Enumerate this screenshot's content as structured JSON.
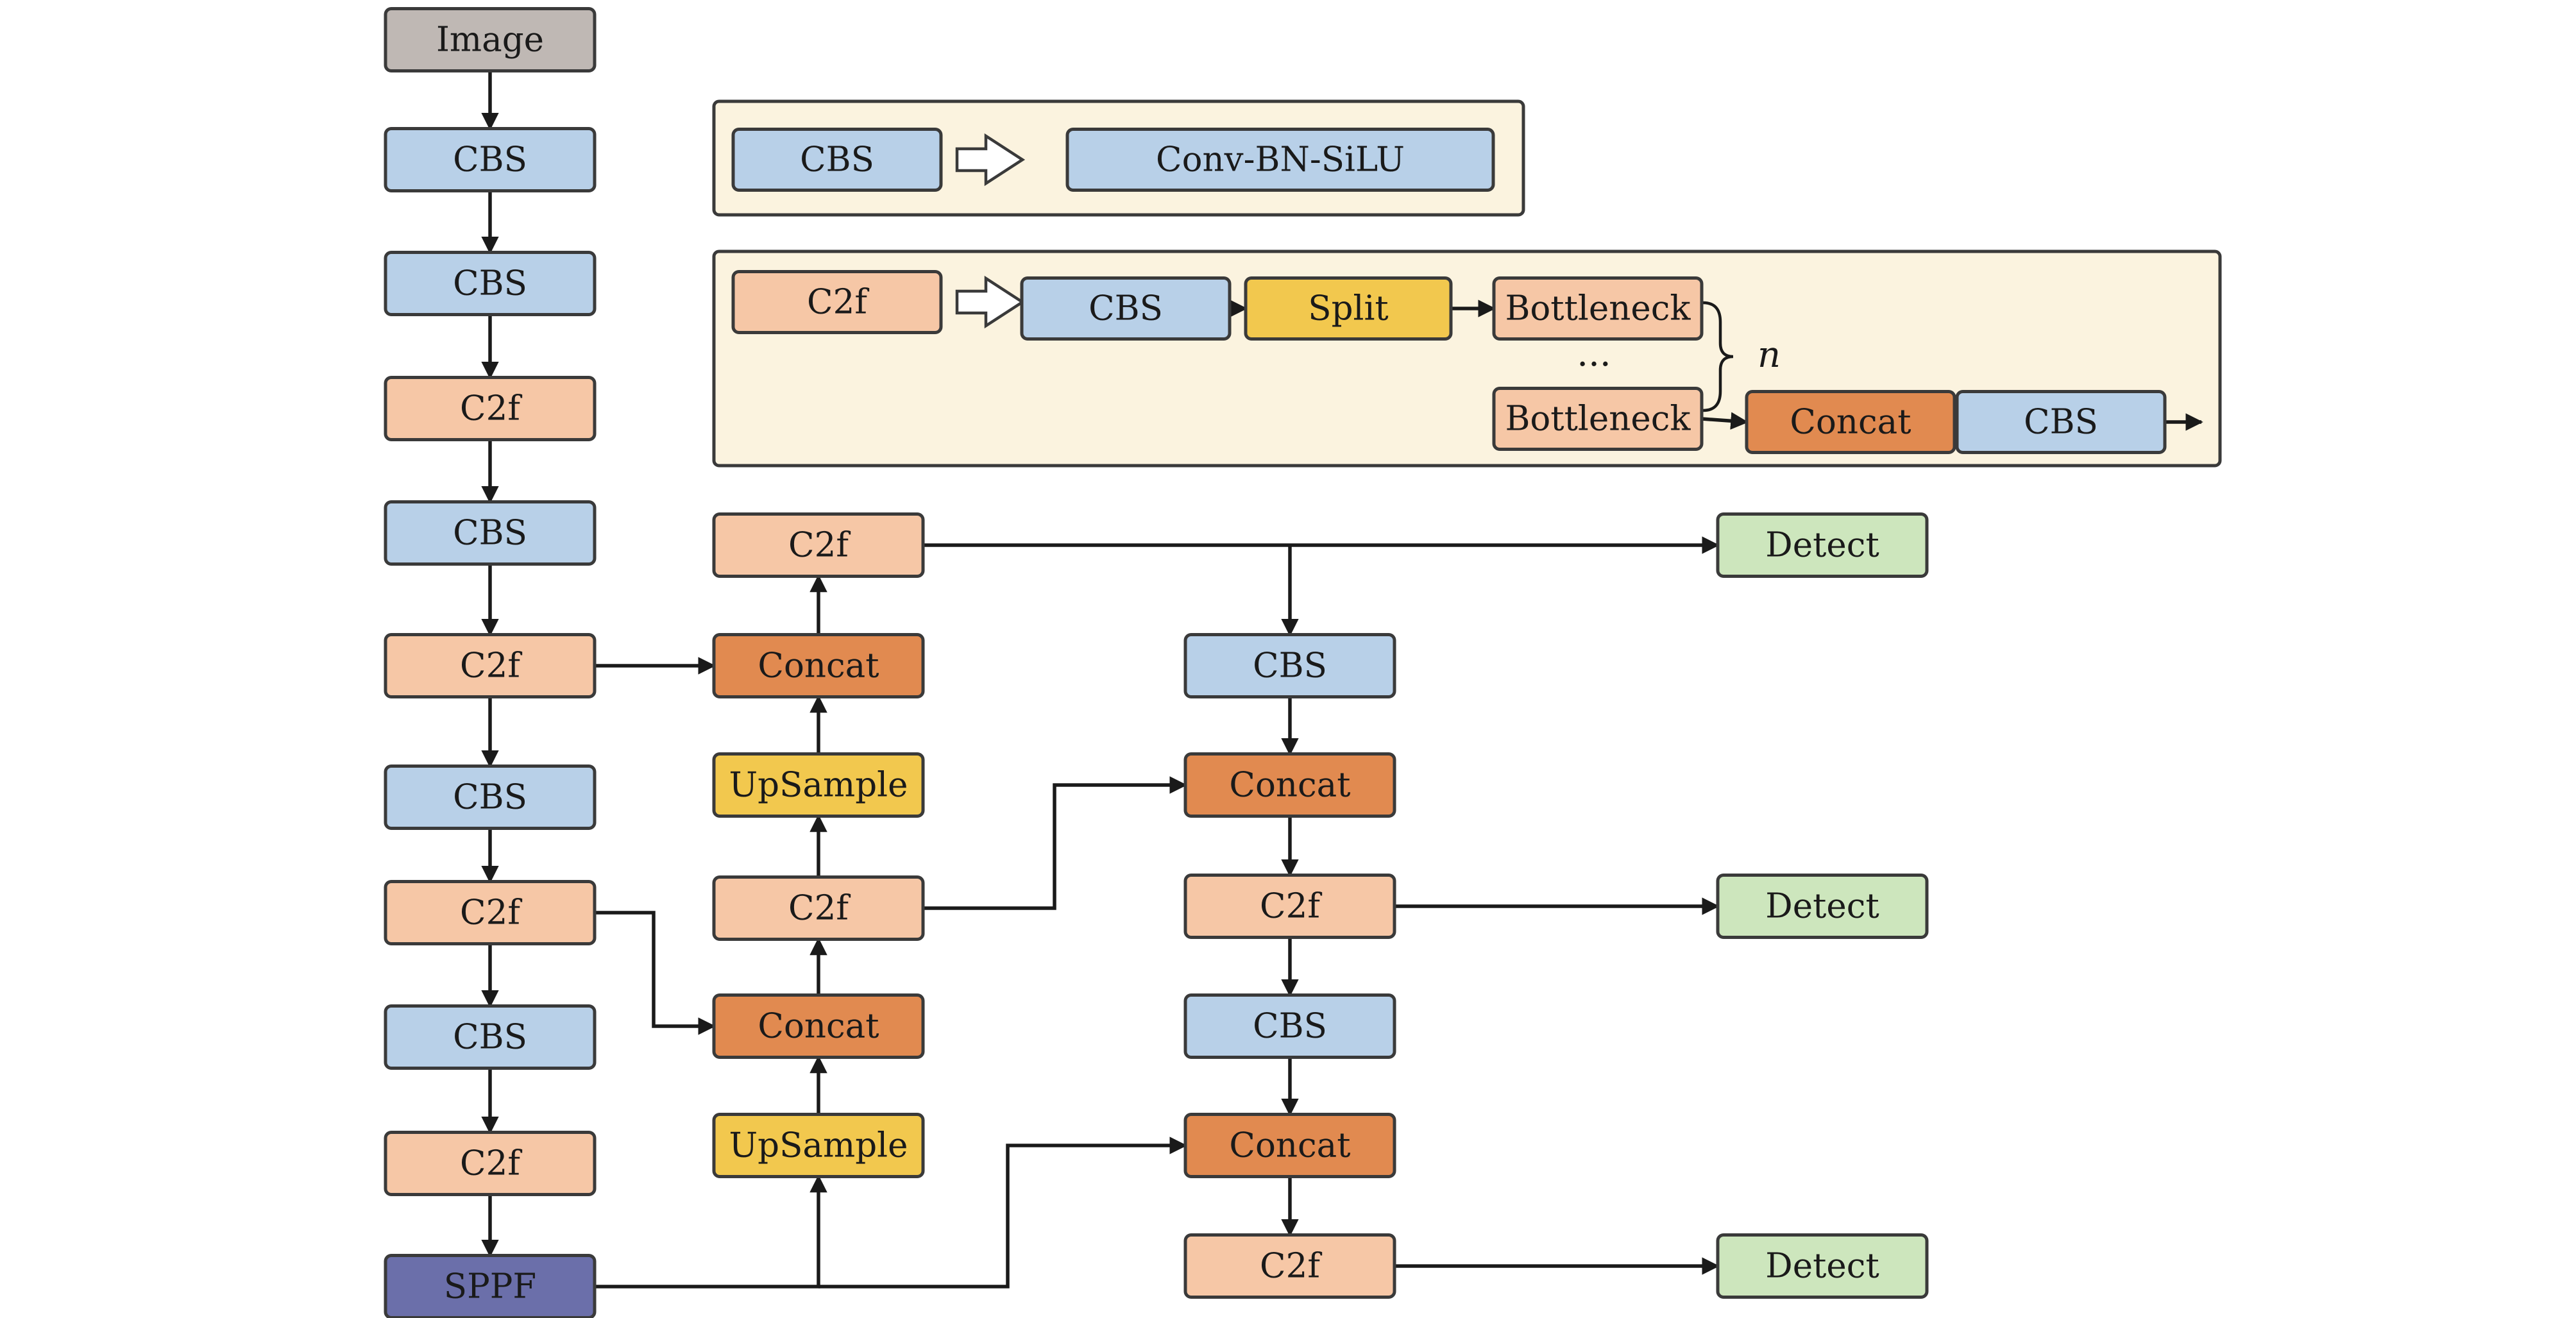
{
  "colors": {
    "gray": "#bfb8b4",
    "blue": "#b8d0e8",
    "peach": "#f6c7a6",
    "orange": "#e18a50",
    "yellow": "#f2c84e",
    "green": "#cde6bd",
    "purple": "#6b6faa",
    "panel": "#fbf3df",
    "stroke": "#3a3a3a"
  },
  "legend_cbs": {
    "source": "CBS",
    "target": "Conv-BN-SiLU"
  },
  "legend_c2f": {
    "source": "C2f",
    "cbs": "CBS",
    "split": "Split",
    "bottleneck_top": "Bottleneck",
    "ellipsis": "...",
    "bottleneck_bottom": "Bottleneck",
    "repeat": "n",
    "concat": "Concat",
    "cbs_out": "CBS"
  },
  "backbone": [
    {
      "label": "Image",
      "color": "gray"
    },
    {
      "label": "CBS",
      "color": "blue"
    },
    {
      "label": "CBS",
      "color": "blue"
    },
    {
      "label": "C2f",
      "color": "peach"
    },
    {
      "label": "CBS",
      "color": "blue"
    },
    {
      "label": "C2f",
      "color": "peach"
    },
    {
      "label": "CBS",
      "color": "blue"
    },
    {
      "label": "C2f",
      "color": "peach"
    },
    {
      "label": "CBS",
      "color": "blue"
    },
    {
      "label": "C2f",
      "color": "peach"
    },
    {
      "label": "SPPF",
      "color": "purple"
    }
  ],
  "neck": [
    {
      "label": "C2f",
      "color": "peach"
    },
    {
      "label": "Concat",
      "color": "orange"
    },
    {
      "label": "UpSample",
      "color": "yellow"
    },
    {
      "label": "C2f",
      "color": "peach"
    },
    {
      "label": "Concat",
      "color": "orange"
    },
    {
      "label": "UpSample",
      "color": "yellow"
    }
  ],
  "pan": [
    {
      "label": "CBS",
      "color": "blue"
    },
    {
      "label": "Concat",
      "color": "orange"
    },
    {
      "label": "C2f",
      "color": "peach"
    },
    {
      "label": "CBS",
      "color": "blue"
    },
    {
      "label": "Concat",
      "color": "orange"
    },
    {
      "label": "C2f",
      "color": "peach"
    }
  ],
  "heads": [
    {
      "label": "Detect",
      "color": "green"
    },
    {
      "label": "Detect",
      "color": "green"
    },
    {
      "label": "Detect",
      "color": "green"
    }
  ]
}
